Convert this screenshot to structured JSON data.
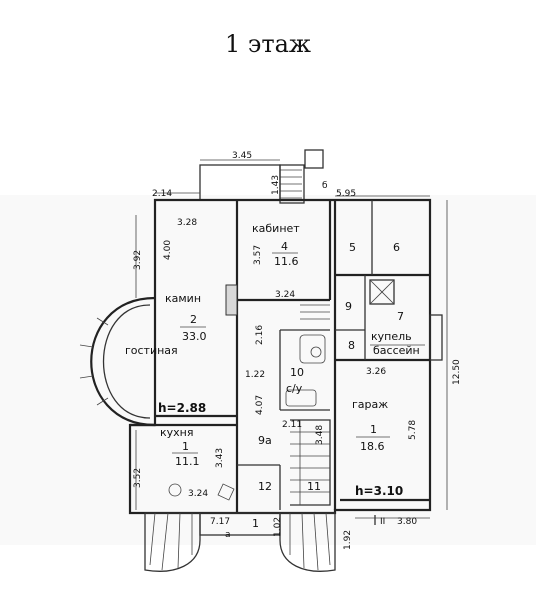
{
  "title": "1 этаж",
  "rooms": {
    "kabinet": {
      "name": "кабинет",
      "number": "4",
      "area": "11.6"
    },
    "kamin": {
      "name": "камин"
    },
    "gostinaya": {
      "name": "гостиная",
      "number": "2",
      "area": "33.0"
    },
    "kuhnya": {
      "name": "кухня",
      "number": "1",
      "area": "11.1"
    },
    "garazh": {
      "name": "гараж",
      "number": "1",
      "area": "18.6"
    },
    "kupel": {
      "name": "купель"
    },
    "basseyn": {
      "name": "бассейн"
    },
    "su": {
      "name": "с/у"
    },
    "r5": {
      "number": "5"
    },
    "r6": {
      "number": "6"
    },
    "r7": {
      "number": "7"
    },
    "r8": {
      "number": "8"
    },
    "r9": {
      "number": "9"
    },
    "r9a": {
      "number": "9а"
    },
    "r10": {
      "number": "10"
    },
    "r11": {
      "number": "11"
    },
    "r12": {
      "number": "12"
    },
    "r1": {
      "number": "1"
    }
  },
  "heights": {
    "house": "h=2.88",
    "garage": "h=3.10"
  },
  "dimensions": {
    "d345": "3.45",
    "d143": "1.43",
    "d214": "2.14",
    "d595": "5.95",
    "d6": "б",
    "d328": "3.28",
    "d392": "3.92",
    "d400": "4.00",
    "d357": "3.57",
    "d324a": "3.24",
    "d216": "2.16",
    "d122": "1.22",
    "d407": "4.07",
    "d211": "2.11",
    "d348": "3.48",
    "d326": "3.26",
    "d578": "5.78",
    "d1250": "12.50",
    "d343": "3.43",
    "d352": "3.52",
    "d324b": "3.24",
    "d717": "7.17",
    "da": "а",
    "d102": "1.02",
    "d192": "1.92",
    "d380": "3.80",
    "dII": "II"
  }
}
